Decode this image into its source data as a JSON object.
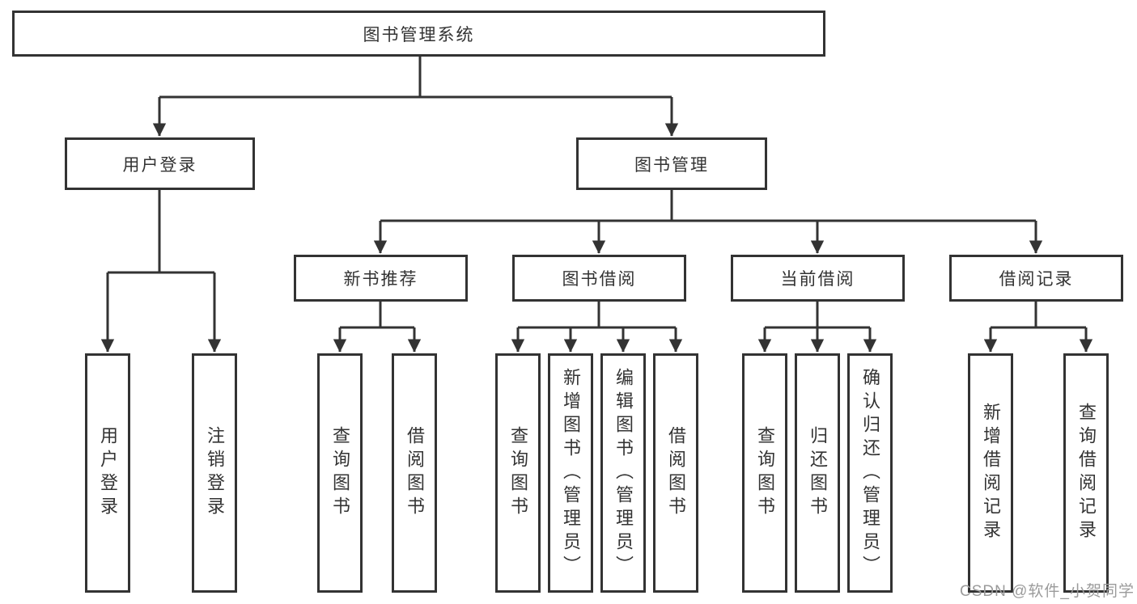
{
  "tree": {
    "root": "图书管理系统",
    "branches": [
      {
        "label": "用户登录",
        "leaves": [
          "用户登录",
          "注销登录"
        ]
      },
      {
        "label": "图书管理",
        "children": [
          {
            "label": "新书推荐",
            "leaves": [
              "查询图书",
              "借阅图书"
            ]
          },
          {
            "label": "图书借阅",
            "leaves": [
              "查询图书",
              "新增图书（管理员）",
              "编辑图书（管理员）",
              "借阅图书"
            ]
          },
          {
            "label": "当前借阅",
            "leaves": [
              "查询图书",
              "归还图书",
              "确认归还（管理员）"
            ]
          },
          {
            "label": "借阅记录",
            "leaves": [
              "新增借阅记录",
              "查询借阅记录"
            ]
          }
        ]
      }
    ]
  },
  "watermark": "CSDN @软件_小贺同学",
  "colors": {
    "line": "#333333",
    "text": "#333333",
    "box_background": "#ffffff",
    "watermark": "#9b9b9b"
  }
}
